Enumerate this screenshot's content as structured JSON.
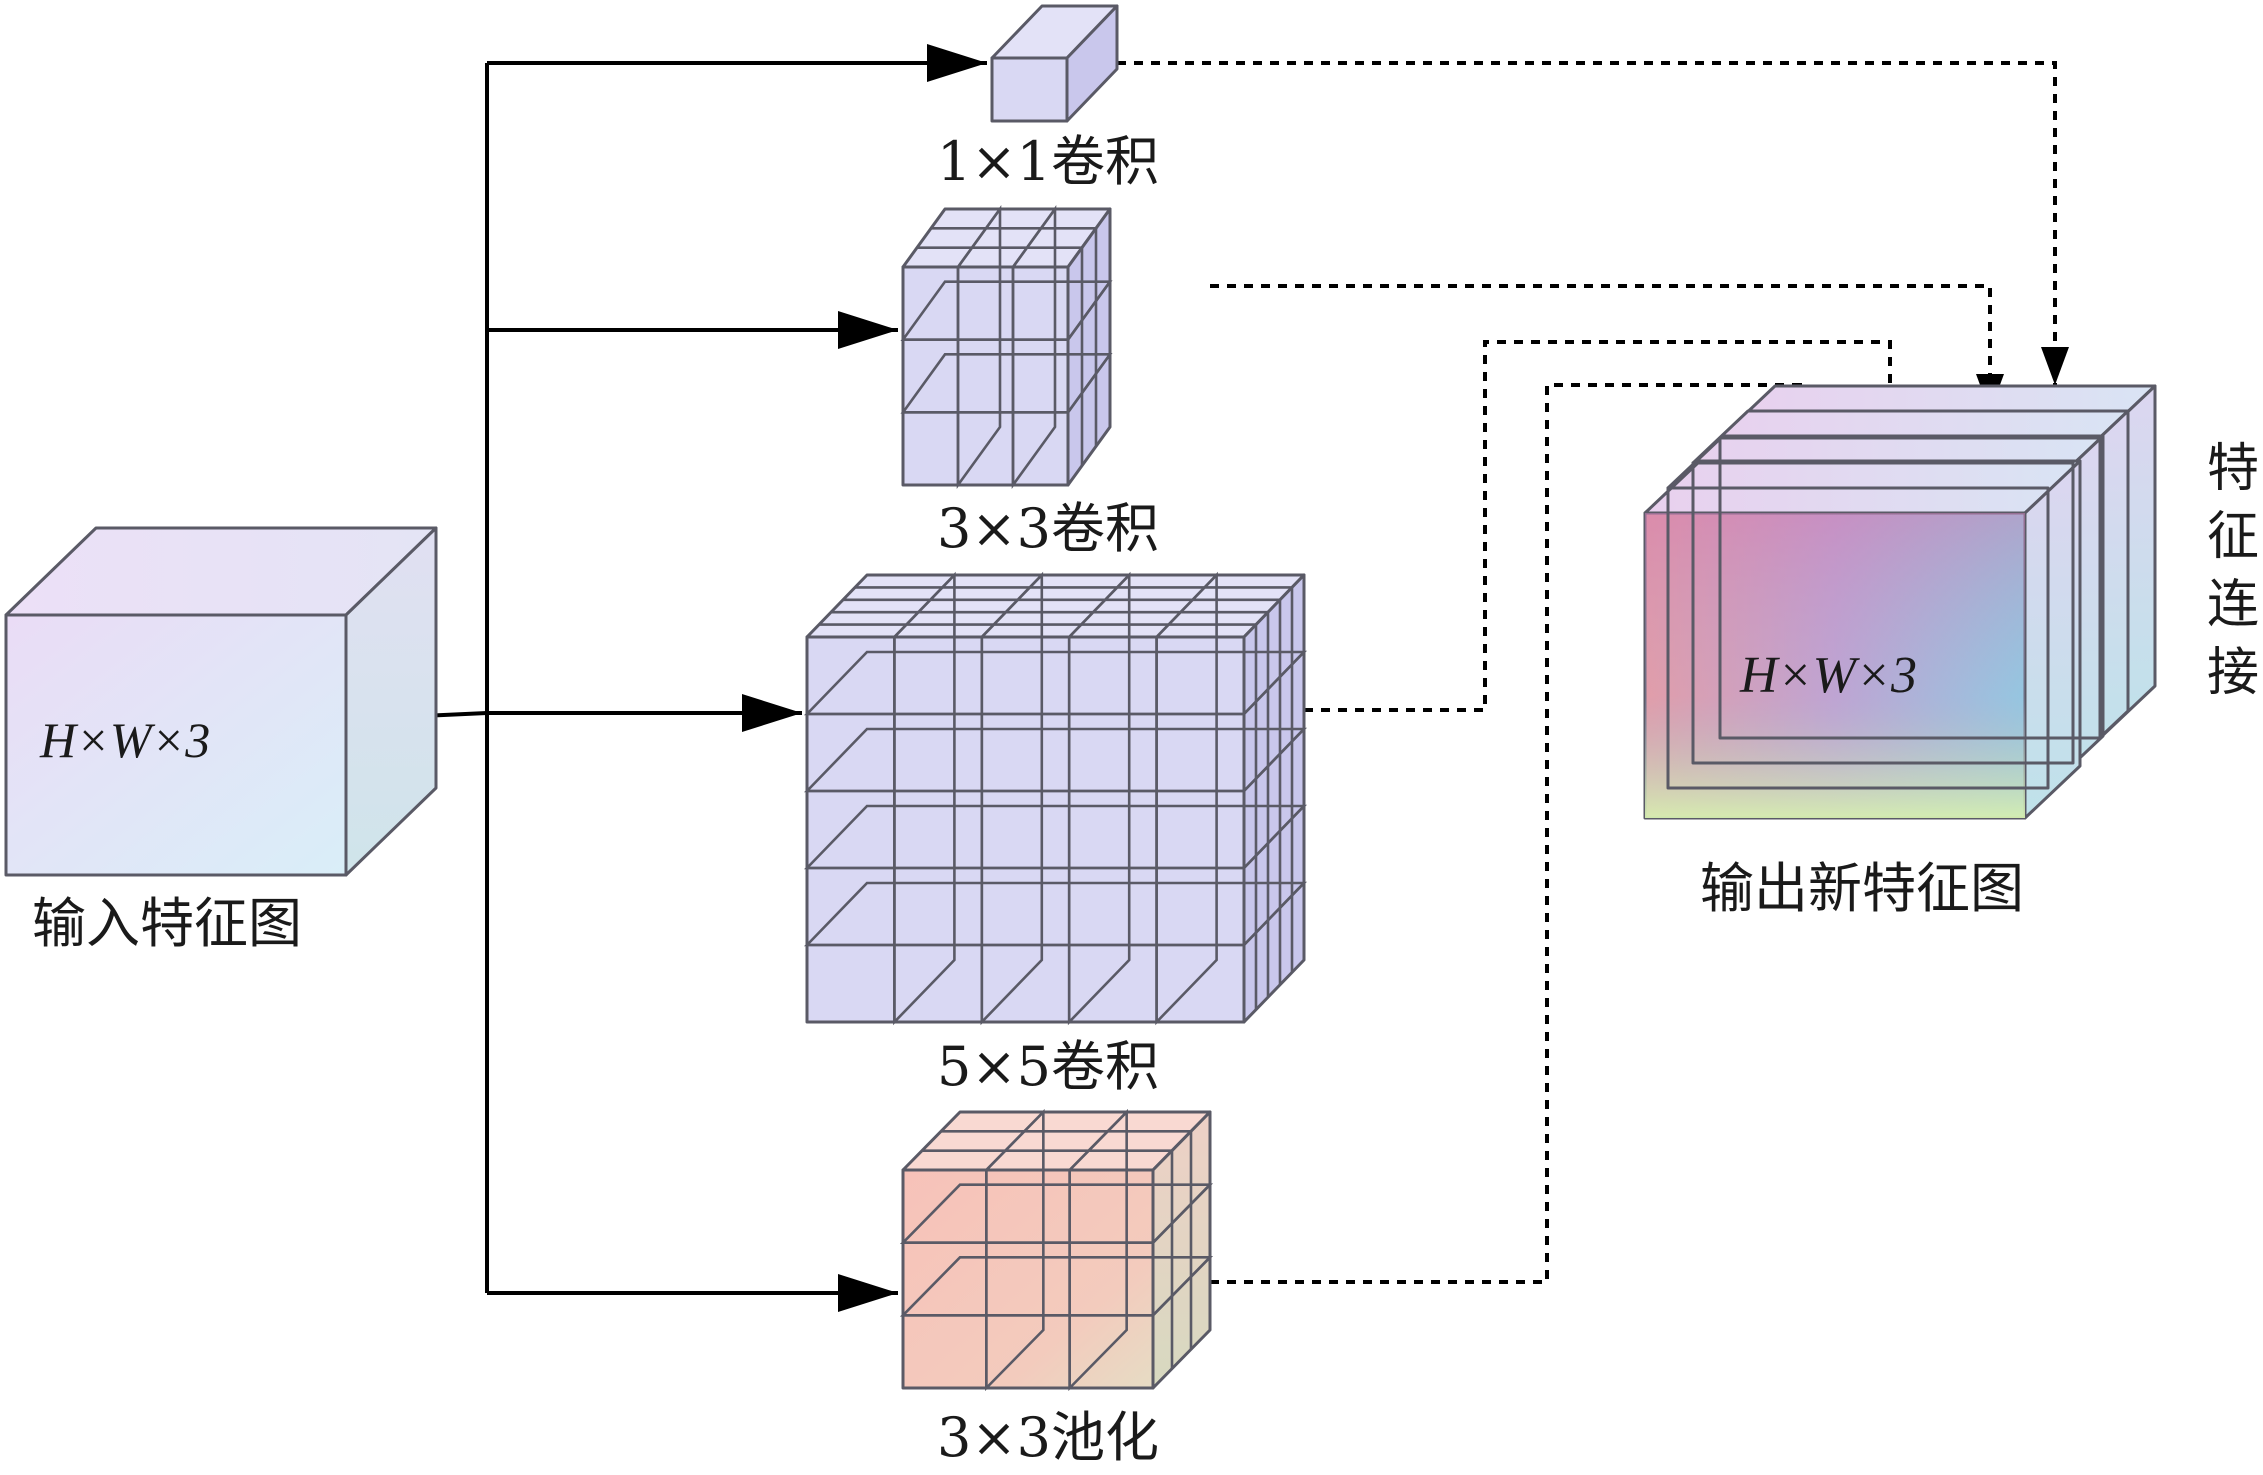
{
  "input": {
    "dims": "H×W×3",
    "caption": "输入特征图"
  },
  "branches": [
    {
      "id": "conv1x1",
      "label": "1×1卷积"
    },
    {
      "id": "conv3x3",
      "label": "3×3卷积"
    },
    {
      "id": "conv5x5",
      "label": "5×5卷积"
    },
    {
      "id": "pool3x3",
      "label": "3×3池化"
    }
  ],
  "output": {
    "dims": "H×W×3",
    "caption": "输出新特征图"
  },
  "concat_label": [
    "特",
    "征",
    "连",
    "接"
  ],
  "colors": {
    "conv_front": "#d9d8f3",
    "conv_top": "#e3e2f7",
    "conv_side": "#c9c7ec",
    "pool_front": "#f6c8bf",
    "pool_top": "#f9d9d2",
    "pool_side": "#e9c8bb",
    "stroke": "#5a5a66",
    "arrow": "#000000"
  }
}
